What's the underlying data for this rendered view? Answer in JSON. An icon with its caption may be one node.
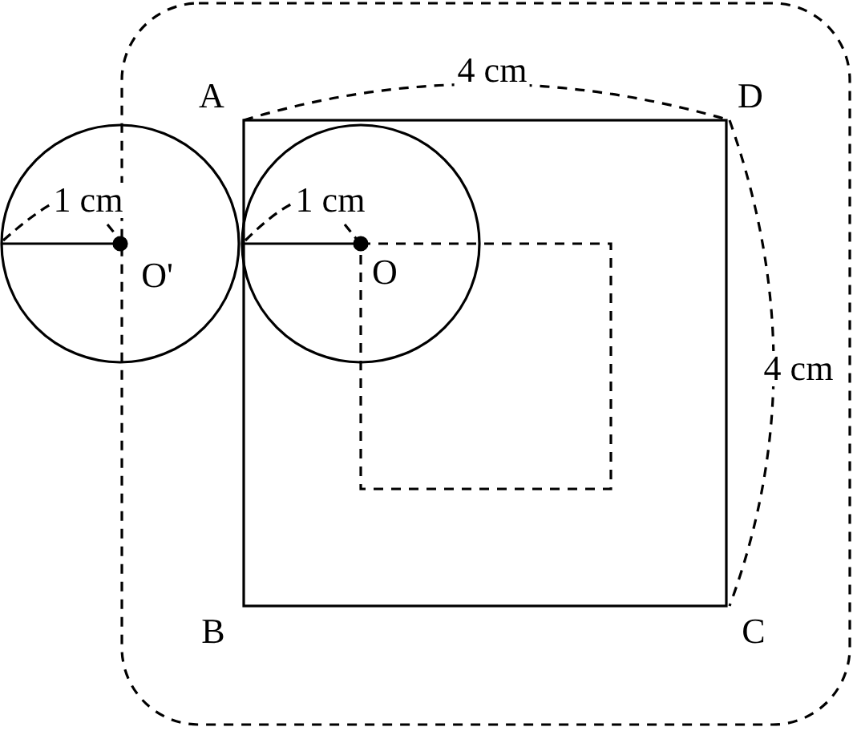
{
  "diagram": {
    "labels": [
      "A",
      "4 cm",
      "D",
      "1 cm",
      "1 cm",
      "O'",
      "O",
      "4 cm",
      "B",
      "C"
    ]
  }
}
